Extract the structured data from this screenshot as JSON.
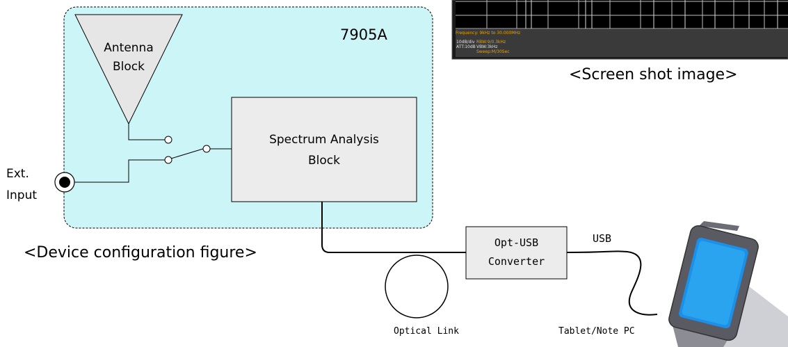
{
  "device": {
    "model": "7905A",
    "antenna_block": "Antenna\nBlock",
    "spectrum_block": "Spectrum Analysis\nBlock",
    "ext_input": "Ext.\nInput",
    "caption": "<Device configuration figure>"
  },
  "link": {
    "optical_link": "Optical Link",
    "converter": "Opt-USB\nConverter",
    "usb": "USB",
    "tablet": "Tablet/Note PC"
  },
  "screenshot": {
    "caption": "<Screen shot image>",
    "frequency": "Frequency: 9kHz to 30.000MHz",
    "scale": "10dB/div",
    "att": "ATT:10dB",
    "rbw": "RBW:9/0.3kHz",
    "vbw": "VBW:3kHz",
    "sweep": "Sweep:M/30Sec"
  },
  "colors": {
    "device_fill": "#ccf5f7",
    "block_fill": "#ececec",
    "screen_bg": "#000000",
    "screen_bar": "#333333",
    "accent_text": "#e8a400"
  }
}
